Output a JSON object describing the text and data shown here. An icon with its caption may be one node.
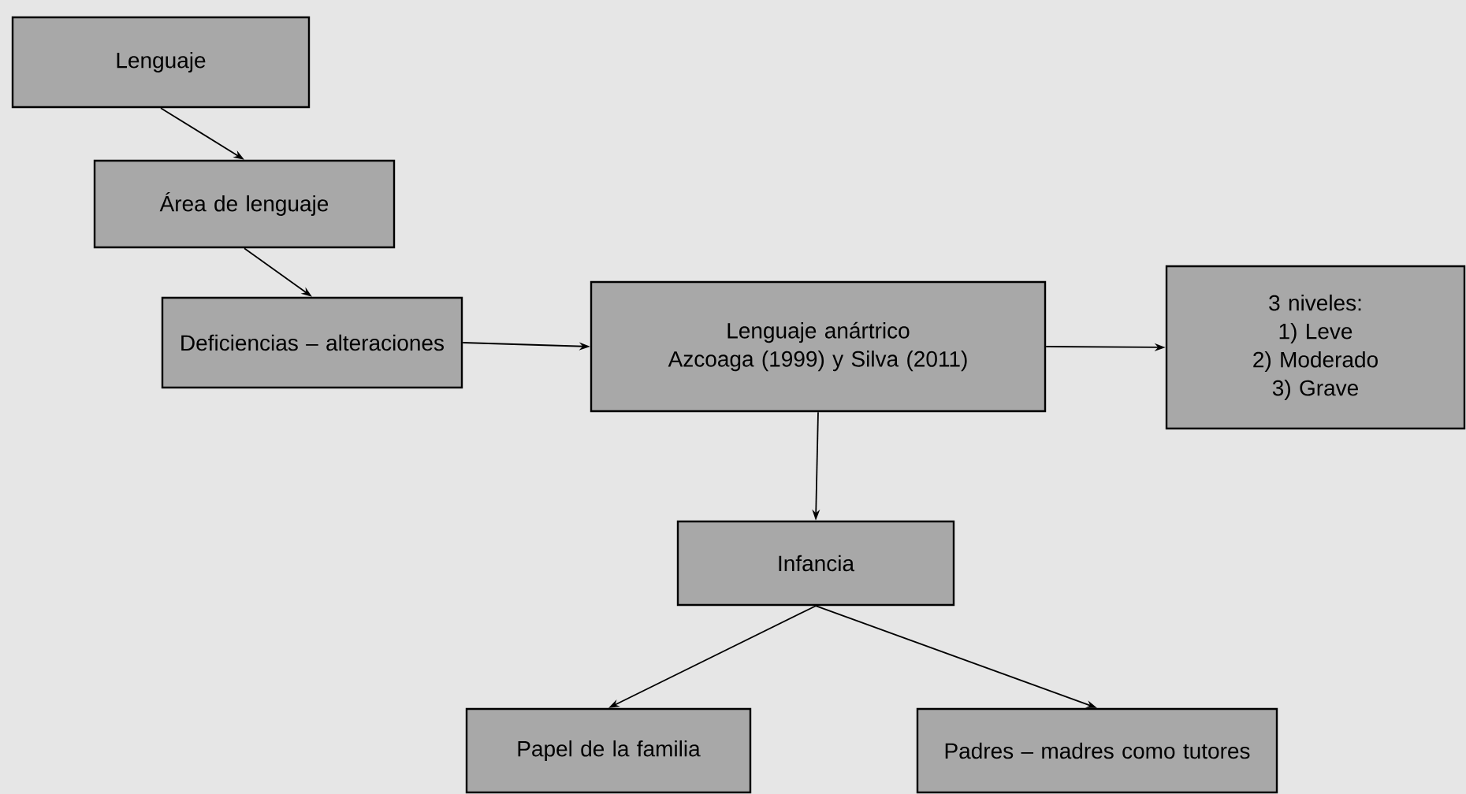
{
  "diagram": {
    "nodes": [
      {
        "text": [
          "Lenguaje"
        ]
      },
      {
        "text": [
          "Área de lenguaje"
        ]
      },
      {
        "text": [
          "Deficiencias – alteraciones"
        ]
      },
      {
        "text": [
          "Lenguaje anártrico",
          "Azcoaga (1999) y Silva (2011)"
        ]
      },
      {
        "text": [
          "3 niveles:",
          "1) Leve",
          "2) Moderado",
          "3) Grave"
        ]
      },
      {
        "text": [
          "Infancia"
        ]
      },
      {
        "text": [
          "Papel de la familia"
        ]
      },
      {
        "text": [
          "Padres – madres como tutores"
        ]
      }
    ],
    "edges": [
      {
        "from": 0,
        "to": 1,
        "arrow": "to"
      },
      {
        "from": 1,
        "to": 2,
        "arrow": "to"
      },
      {
        "from": 2,
        "to": 3,
        "arrow": "to"
      },
      {
        "from": 3,
        "to": 4,
        "arrow": "to"
      },
      {
        "from": 3,
        "to": 5,
        "arrow": "to"
      },
      {
        "from": 5,
        "to": 6,
        "arrow": "to"
      },
      {
        "from": 5,
        "to": 7,
        "arrow": "to"
      }
    ]
  }
}
